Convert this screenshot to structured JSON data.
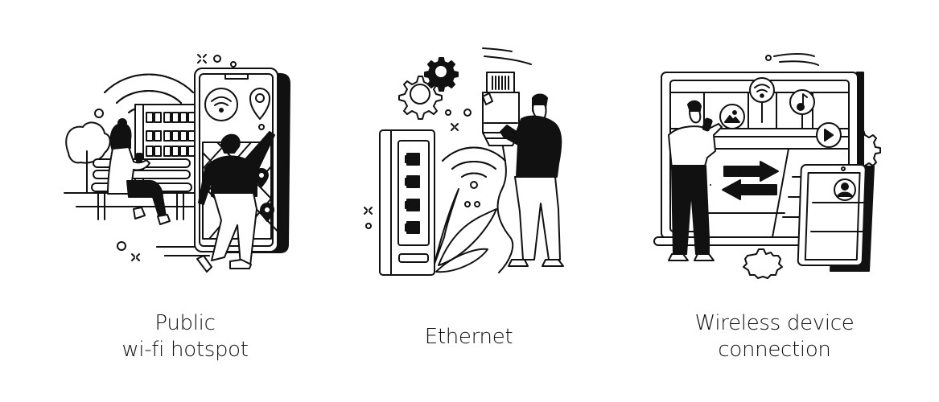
{
  "panels": [
    {
      "id": "public-wifi-hotspot",
      "caption_line1": "Public",
      "caption_line2": "wi-fi hotspot",
      "icons": [
        "wifi-icon",
        "location-pin-icon",
        "smartphone-icon",
        "map-icon",
        "bench-icon",
        "tree-icon"
      ]
    },
    {
      "id": "ethernet",
      "caption_line1": "Ethernet",
      "caption_line2": "",
      "icons": [
        "ethernet-switch-icon",
        "ethernet-plug-icon",
        "gear-icon",
        "wifi-icon",
        "leaf-icon"
      ]
    },
    {
      "id": "wireless-device-connection",
      "caption_line1": "Wireless device",
      "caption_line2": "connection",
      "icons": [
        "monitor-icon",
        "wifi-icon",
        "image-icon",
        "music-note-icon",
        "play-icon",
        "transfer-arrows-icon",
        "tablet-icon",
        "user-avatar-icon",
        "gear-icon"
      ]
    }
  ],
  "colors": {
    "ink": "#111111",
    "background": "#ffffff"
  }
}
